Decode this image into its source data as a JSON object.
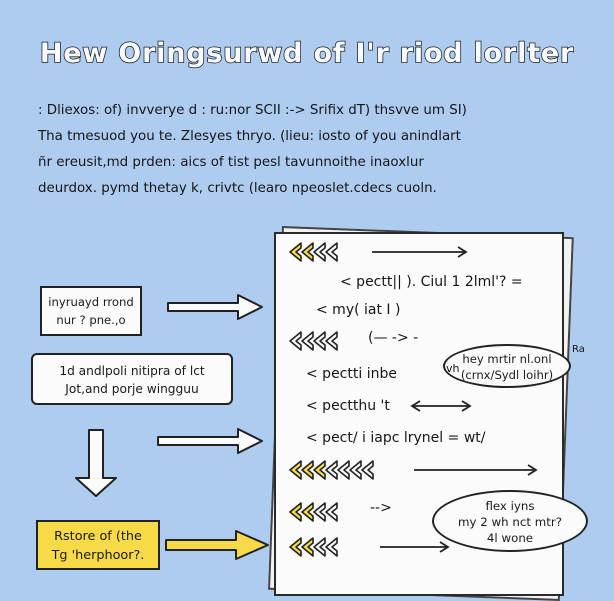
{
  "title": "Hew Oringsurwd of I'r riod lorlter",
  "intro": [
    ": Dliexos: of) invverye d : ru:nor SCII :-> Srifix dT) thsvve um SI)",
    "Tha tmesuod you te. Zlesyes thryo. (lieu: iosto of you anindlart",
    "ñr ereusit,md prden: aics of tist pesl tavunnoithe inaoxlur",
    "deurdox. pymd thetay k, crivtc (learo npeoslet.cdecs cuoln."
  ],
  "side_boxes": {
    "box1": [
      "inyruayd rrond",
      "nur ? pne.,o"
    ],
    "box2": [
      "1d andlpoli nitipra of lct",
      "Jot,and porje wingguu"
    ],
    "box3": [
      "Rstore of (the",
      "Tg 'herphoor?."
    ]
  },
  "doc_rows": [
    {
      "tail": ""
    },
    {
      "label": "< pectt|| ). Ciul 1 2lml'? ="
    },
    {
      "label": "< my( iat I )"
    },
    {
      "tail": "(— -> -"
    },
    {
      "label": "< pectti inbe"
    },
    {
      "label": "< pectthu 't"
    },
    {
      "label": "< pect/ i iapc lrynel = wt/"
    },
    {
      "tail": ""
    },
    {
      "tail": "-->"
    },
    {
      "tail": ""
    }
  ],
  "bubbles": {
    "b1": [
      "hey mrtir nl.onl",
      "(crnx/Sydl loihr)"
    ],
    "b1_tail": "vh",
    "b1_tag": "Ra",
    "b2": [
      "flex iyns",
      "my 2 wh nct mtr?",
      "4l wone"
    ]
  },
  "colors": {
    "background": "#aecbf0",
    "paper": "#fbfbfb",
    "ink": "#1d1d1d",
    "highlight": "#f6da48"
  }
}
